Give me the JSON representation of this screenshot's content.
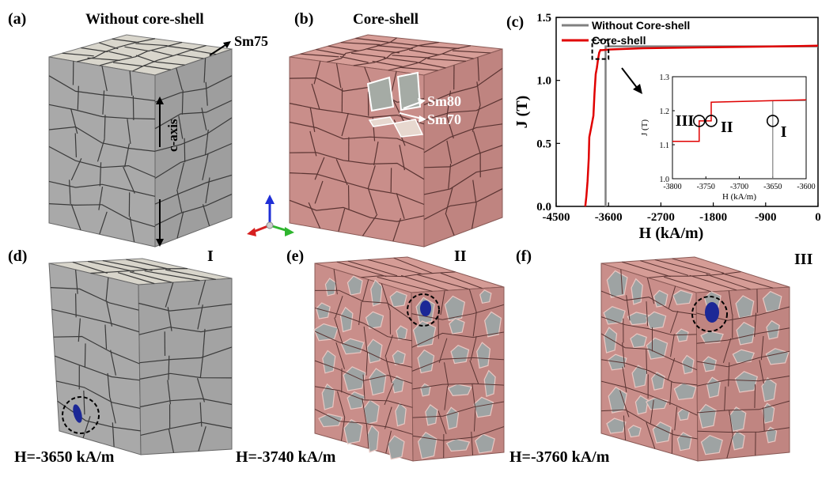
{
  "panels": {
    "a": {
      "label": "(a)",
      "title": "Without core-shell",
      "annotation": "Sm75",
      "axis_label": "c-axis"
    },
    "b": {
      "label": "(b)",
      "title": "Core-shell",
      "annotation_1": "Sm80",
      "annotation_2": "Sm70"
    },
    "c": {
      "label": "(c)"
    },
    "d": {
      "label": "(d)",
      "marker": "I",
      "field": "H=-3650 kA/m"
    },
    "e": {
      "label": "(e)",
      "marker": "II",
      "field": "H=-3740 kA/m"
    },
    "f": {
      "label": "(f)",
      "marker": "III",
      "field": "H=-3760 kA/m"
    }
  },
  "colors": {
    "grain_gray": "#a6a6a6",
    "grain_gray_top": "#d9d6cc",
    "grain_pink": "#c98e8a",
    "grain_pink_top": "#d79e98",
    "nucleus_blue": "#1c2896",
    "curve_red": "#e00000",
    "curve_gray": "#808080"
  },
  "chart_data": {
    "type": "line",
    "xlabel": "H (kA/m)",
    "ylabel": "J (T)",
    "xlim": [
      -4500,
      0
    ],
    "ylim": [
      0,
      1.5
    ],
    "xticks": [
      "-4500",
      "-3600",
      "-2700",
      "-1800",
      "-900",
      "0"
    ],
    "yticks": [
      "0.0",
      "0.5",
      "1.0",
      "1.5"
    ],
    "legend": [
      "Without Core-shell",
      "Core-shell"
    ],
    "legend_position": "top-left",
    "series": [
      {
        "name": "Without Core-shell",
        "x": [
          -3650,
          -3650,
          0
        ],
        "y": [
          0.0,
          1.27,
          1.27
        ]
      },
      {
        "name": "Core-shell",
        "x": [
          -4000,
          -3980,
          -3960,
          -3940,
          -3930,
          -3900,
          -3880,
          -3860,
          -3840,
          -3820,
          -3800,
          -3780,
          -3760,
          -3740,
          -3700,
          -3600,
          -3000,
          -2000,
          -1000,
          0
        ],
        "y": [
          0.0,
          0.08,
          0.2,
          0.38,
          0.55,
          0.62,
          0.67,
          0.72,
          0.9,
          1.05,
          1.1,
          1.17,
          1.22,
          1.24,
          1.24,
          1.245,
          1.255,
          1.262,
          1.268,
          1.275
        ]
      }
    ],
    "inset": {
      "xlabel": "H (kA/m)",
      "ylabel": "J (T)",
      "xlim": [
        -3800,
        -3600
      ],
      "ylim": [
        1.0,
        1.3
      ],
      "xticks": [
        "-3800",
        "-3750",
        "-3700",
        "-3650",
        "-3600"
      ],
      "yticks": [
        "1.0",
        "1.1",
        "1.2",
        "1.3"
      ],
      "markers": [
        "III",
        "II",
        "I"
      ],
      "series": [
        {
          "name": "Without Core-shell",
          "x": [
            -3650,
            -3650,
            -3600
          ],
          "y": [
            1.0,
            1.23,
            1.23
          ]
        },
        {
          "name": "Core-shell",
          "x": [
            -3800,
            -3760,
            -3760,
            -3742,
            -3742,
            -3600
          ],
          "y": [
            1.11,
            1.11,
            1.17,
            1.17,
            1.225,
            1.232
          ]
        }
      ],
      "marker_points": [
        {
          "label": "III",
          "x": -3760,
          "y": 1.17
        },
        {
          "label": "II",
          "x": -3742,
          "y": 1.17
        },
        {
          "label": "I",
          "x": -3650,
          "y": 1.17
        }
      ]
    }
  }
}
